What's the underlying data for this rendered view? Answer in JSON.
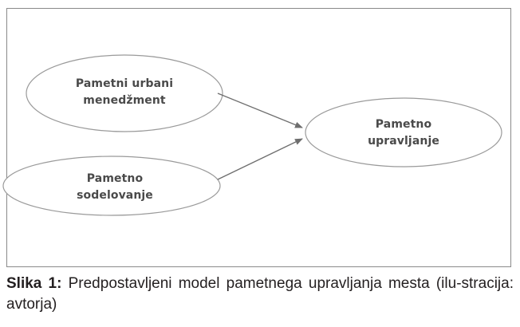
{
  "diagram": {
    "nodes": [
      {
        "id": "pametni-urbani-menedzment",
        "lines": [
          "Pametni urbani",
          "menedžment"
        ]
      },
      {
        "id": "pametno-sodelovanje",
        "lines": [
          "Pametno",
          "sodelovanje"
        ]
      },
      {
        "id": "pametno-upravljanje",
        "lines": [
          "Pametno",
          "upravljanje"
        ]
      }
    ],
    "edges": [
      {
        "from": "pametni-urbani-menedzment",
        "to": "pametno-upravljanje"
      },
      {
        "from": "pametno-sodelovanje",
        "to": "pametno-upravljanje"
      }
    ],
    "colors": {
      "node_stroke": "#9a9a9a",
      "arrow": "#6e6e6e",
      "label_text": "#4a4a4a"
    }
  },
  "caption": {
    "label": "Slika 1:",
    "text": " Predpostavljeni model pametnega upravljanja mesta (ilu-stracija: avtorja)"
  }
}
